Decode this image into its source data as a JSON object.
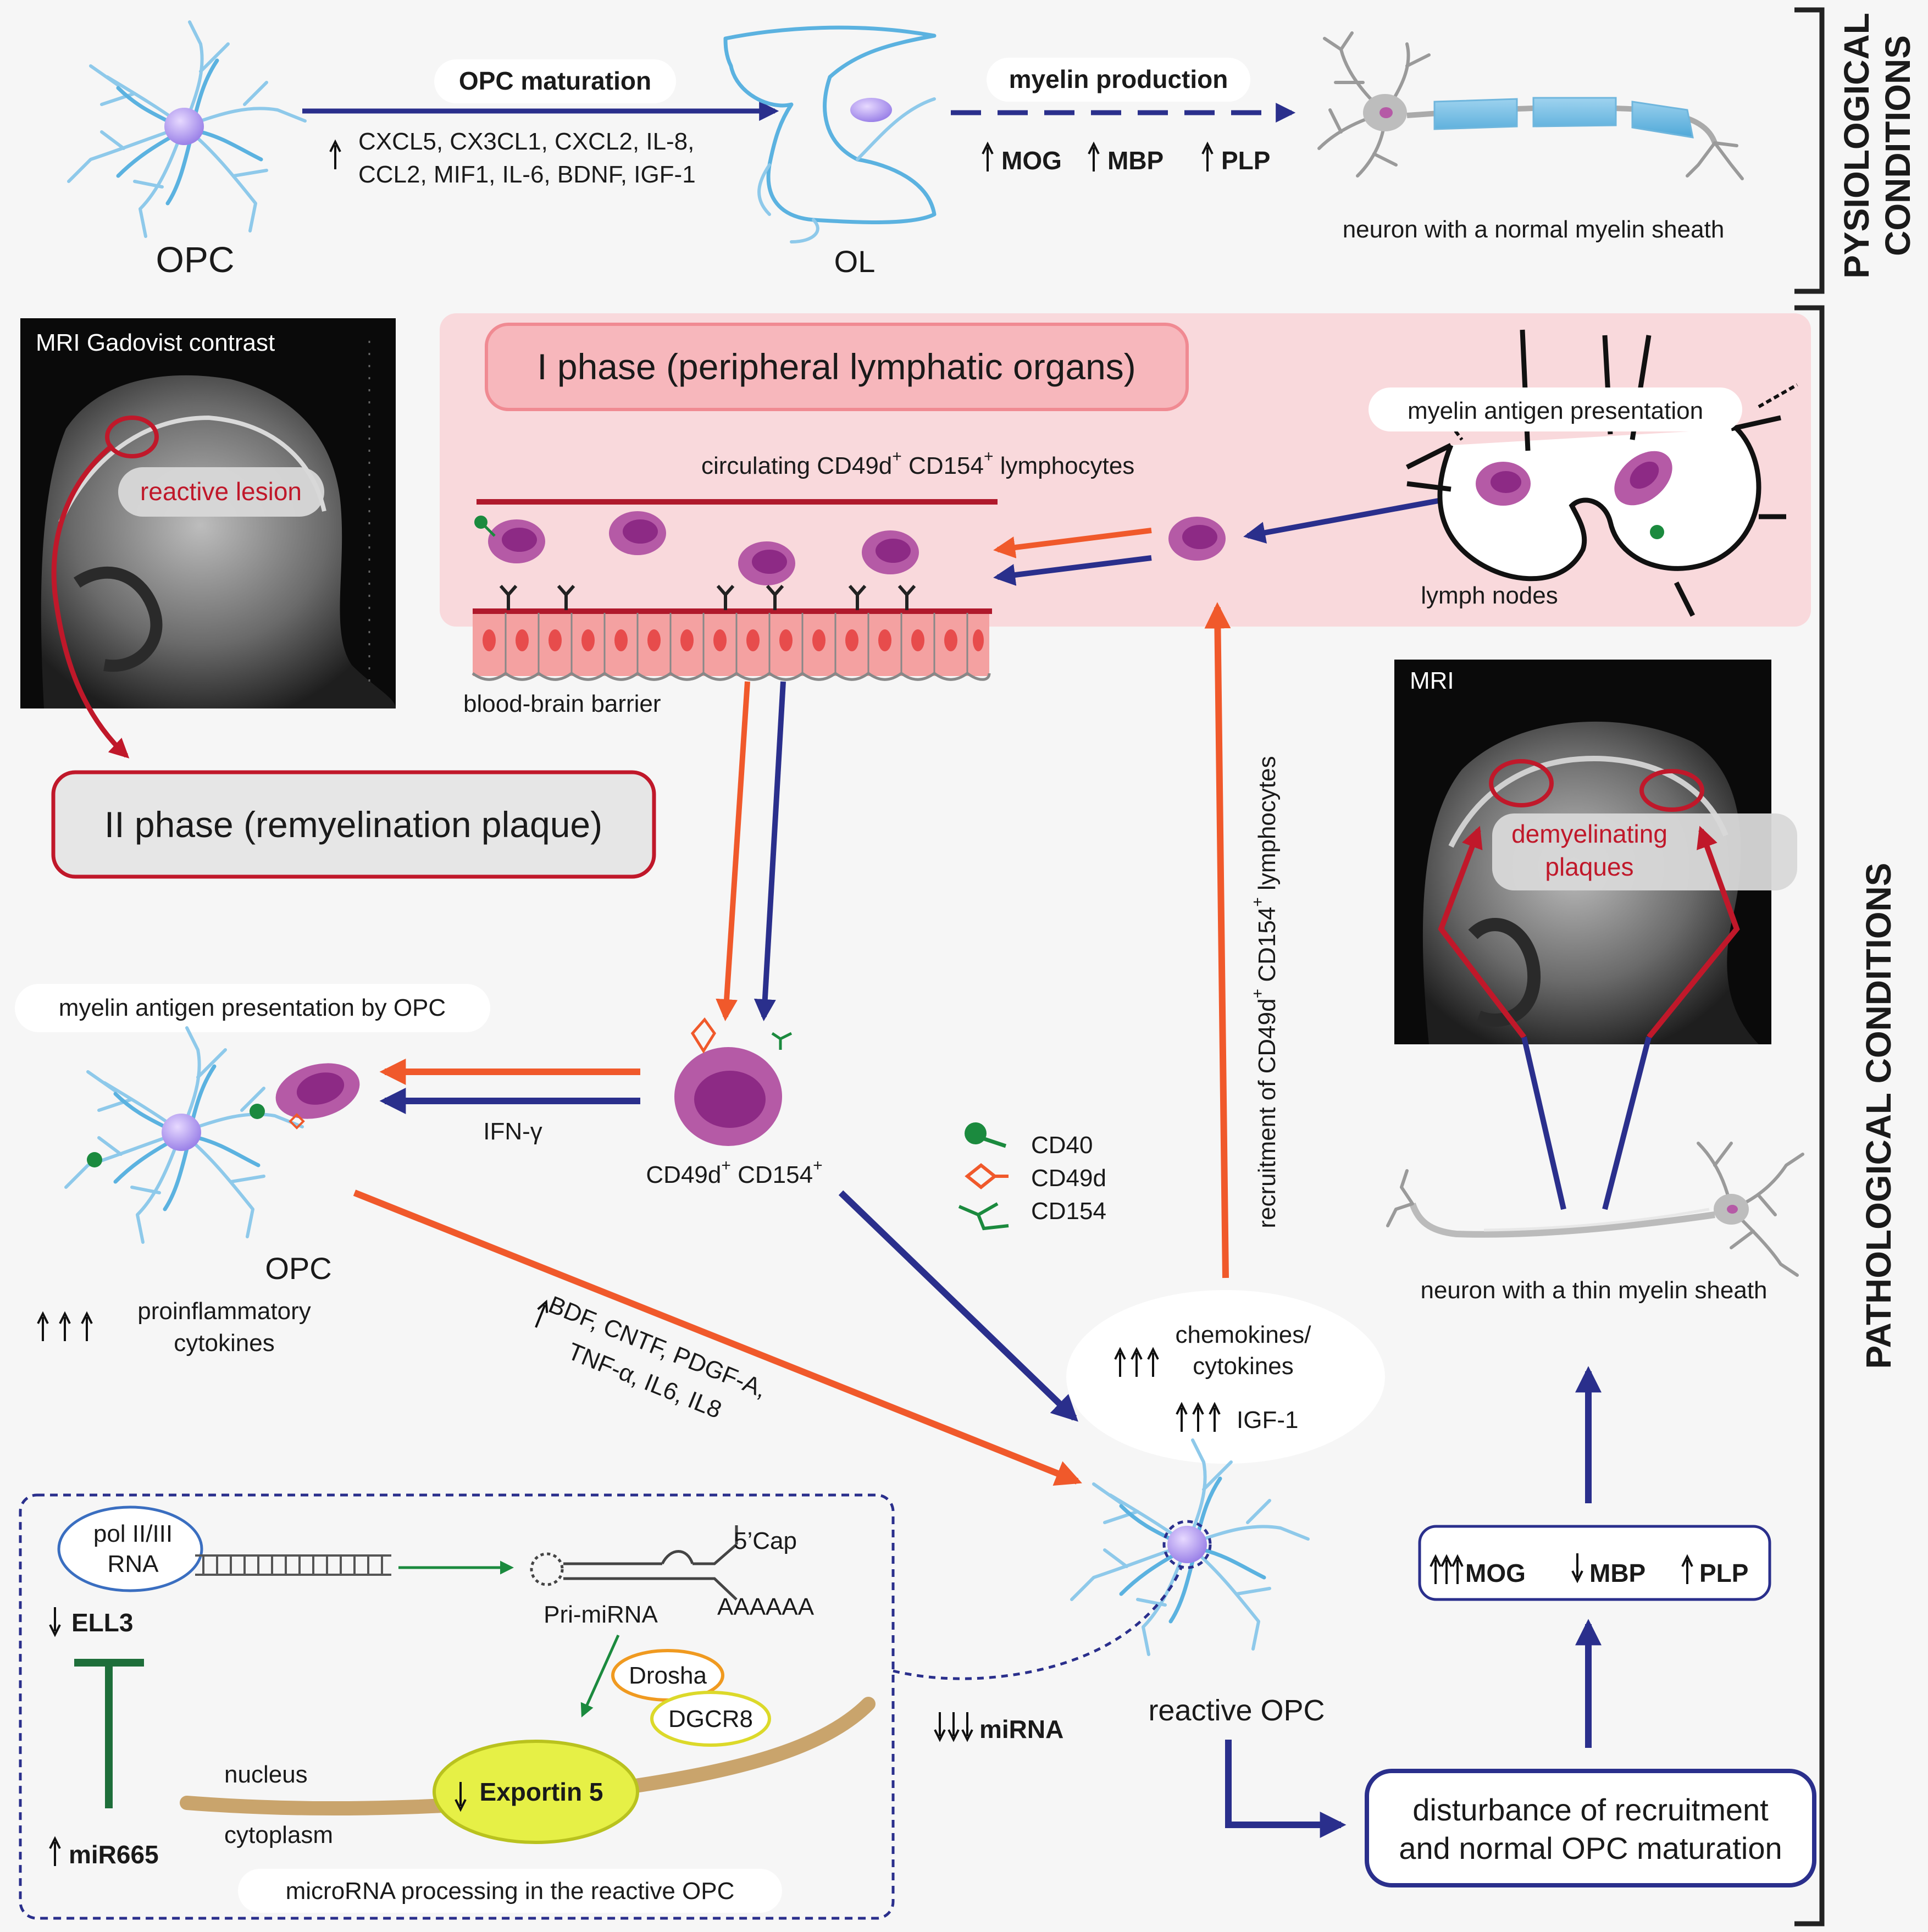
{
  "physiological": {
    "side_label_1": "PYSIOLOGICAL",
    "side_label_2": "CONDITIONS",
    "opc_label": "OPC",
    "ol_label": "OL",
    "maturation_pill": "OPC maturation",
    "maturation_factors_line1": "CXCL5, CX3CL1, CXCL2, IL-8,",
    "maturation_factors_line2": "CCL2, MIF1, IL-6, BDNF, IGF-1",
    "myelin_pill": "myelin production",
    "markers": [
      "MOG",
      "MBP",
      "PLP"
    ],
    "neuron_caption": "neuron with a normal myelin sheath"
  },
  "pathological": {
    "side_label": "PATHOLOGICAL CONDITIONS"
  },
  "mri_top": {
    "title": "MRI Gadovist contrast",
    "lesion_label": "reactive lesion"
  },
  "phase1": {
    "title": "I phase (peripheral lymphatic organs)",
    "circulating_prefix": "circulating CD49d",
    "circulating_mid": " CD154",
    "circulating_suffix": " lymphocytes",
    "sup_plus": "+",
    "antigen_pill": "myelin antigen presentation",
    "lymph_nodes": "lymph nodes",
    "bbb": "blood-brain barrier"
  },
  "phase2": {
    "title": "II phase (remyelination plaque)"
  },
  "mri_right": {
    "title": "MRI",
    "plaques_line1": "demyelinating",
    "plaques_line2": "plaques"
  },
  "opc_left": {
    "pill": "myelin antigen presentation by OPC",
    "opc_label": "OPC",
    "ifn": "IFN-γ",
    "cytokines_line1": "proinflammatory",
    "cytokines_line2": "cytokines"
  },
  "lymphocyte": {
    "label_a": "CD49d",
    "label_b": " CD154"
  },
  "legend": {
    "items": [
      "CD40",
      "CD49d",
      "CD154"
    ]
  },
  "diag_factors": {
    "line1": "BDF, CNTF, PDGF-A,",
    "line2": "TNF-α, IL6, IL8"
  },
  "recruitment": {
    "prefix": "recruitment of CD49d",
    "mid": " CD154",
    "suffix": " lymphocytes"
  },
  "reactive": {
    "chemokines_line1": "chemokines/",
    "chemokines_line2": "cytokines",
    "igf": "IGF-1",
    "label": "reactive OPC",
    "mirna": "miRNA"
  },
  "thin_neuron": {
    "caption": "neuron with a thin myelin sheath"
  },
  "markers_box": {
    "items": [
      "MOG",
      "MBP",
      "PLP"
    ]
  },
  "disturbance": {
    "line1": "disturbance of recruitment",
    "line2": "and normal OPC maturation"
  },
  "mirna_box": {
    "pol_line1": "pol II/III",
    "pol_line2": "RNA",
    "ell3": "ELL3",
    "mir665": "miR665",
    "cap": "5’Cap",
    "polya": "AAAAAA",
    "pri": "Pri-miRNA",
    "drosha": "Drosha",
    "dgcr8": "DGCR8",
    "exportin": "Exportin 5",
    "nucleus": "nucleus",
    "cytoplasm": "cytoplasm",
    "caption": "microRNA processing in the reactive OPC"
  },
  "colors": {
    "navy": "#2a2f8c",
    "orange": "#f0592b",
    "red": "#c0182a",
    "cell_blue": "#8ec9ea",
    "pink_panel": "#f9d9dc",
    "lymphocyte": "#b55aa6",
    "nucleus": "#9b2f8f",
    "green": "#1b8a3e",
    "tan": "#c9a46c",
    "exportin": "#e6f046"
  }
}
